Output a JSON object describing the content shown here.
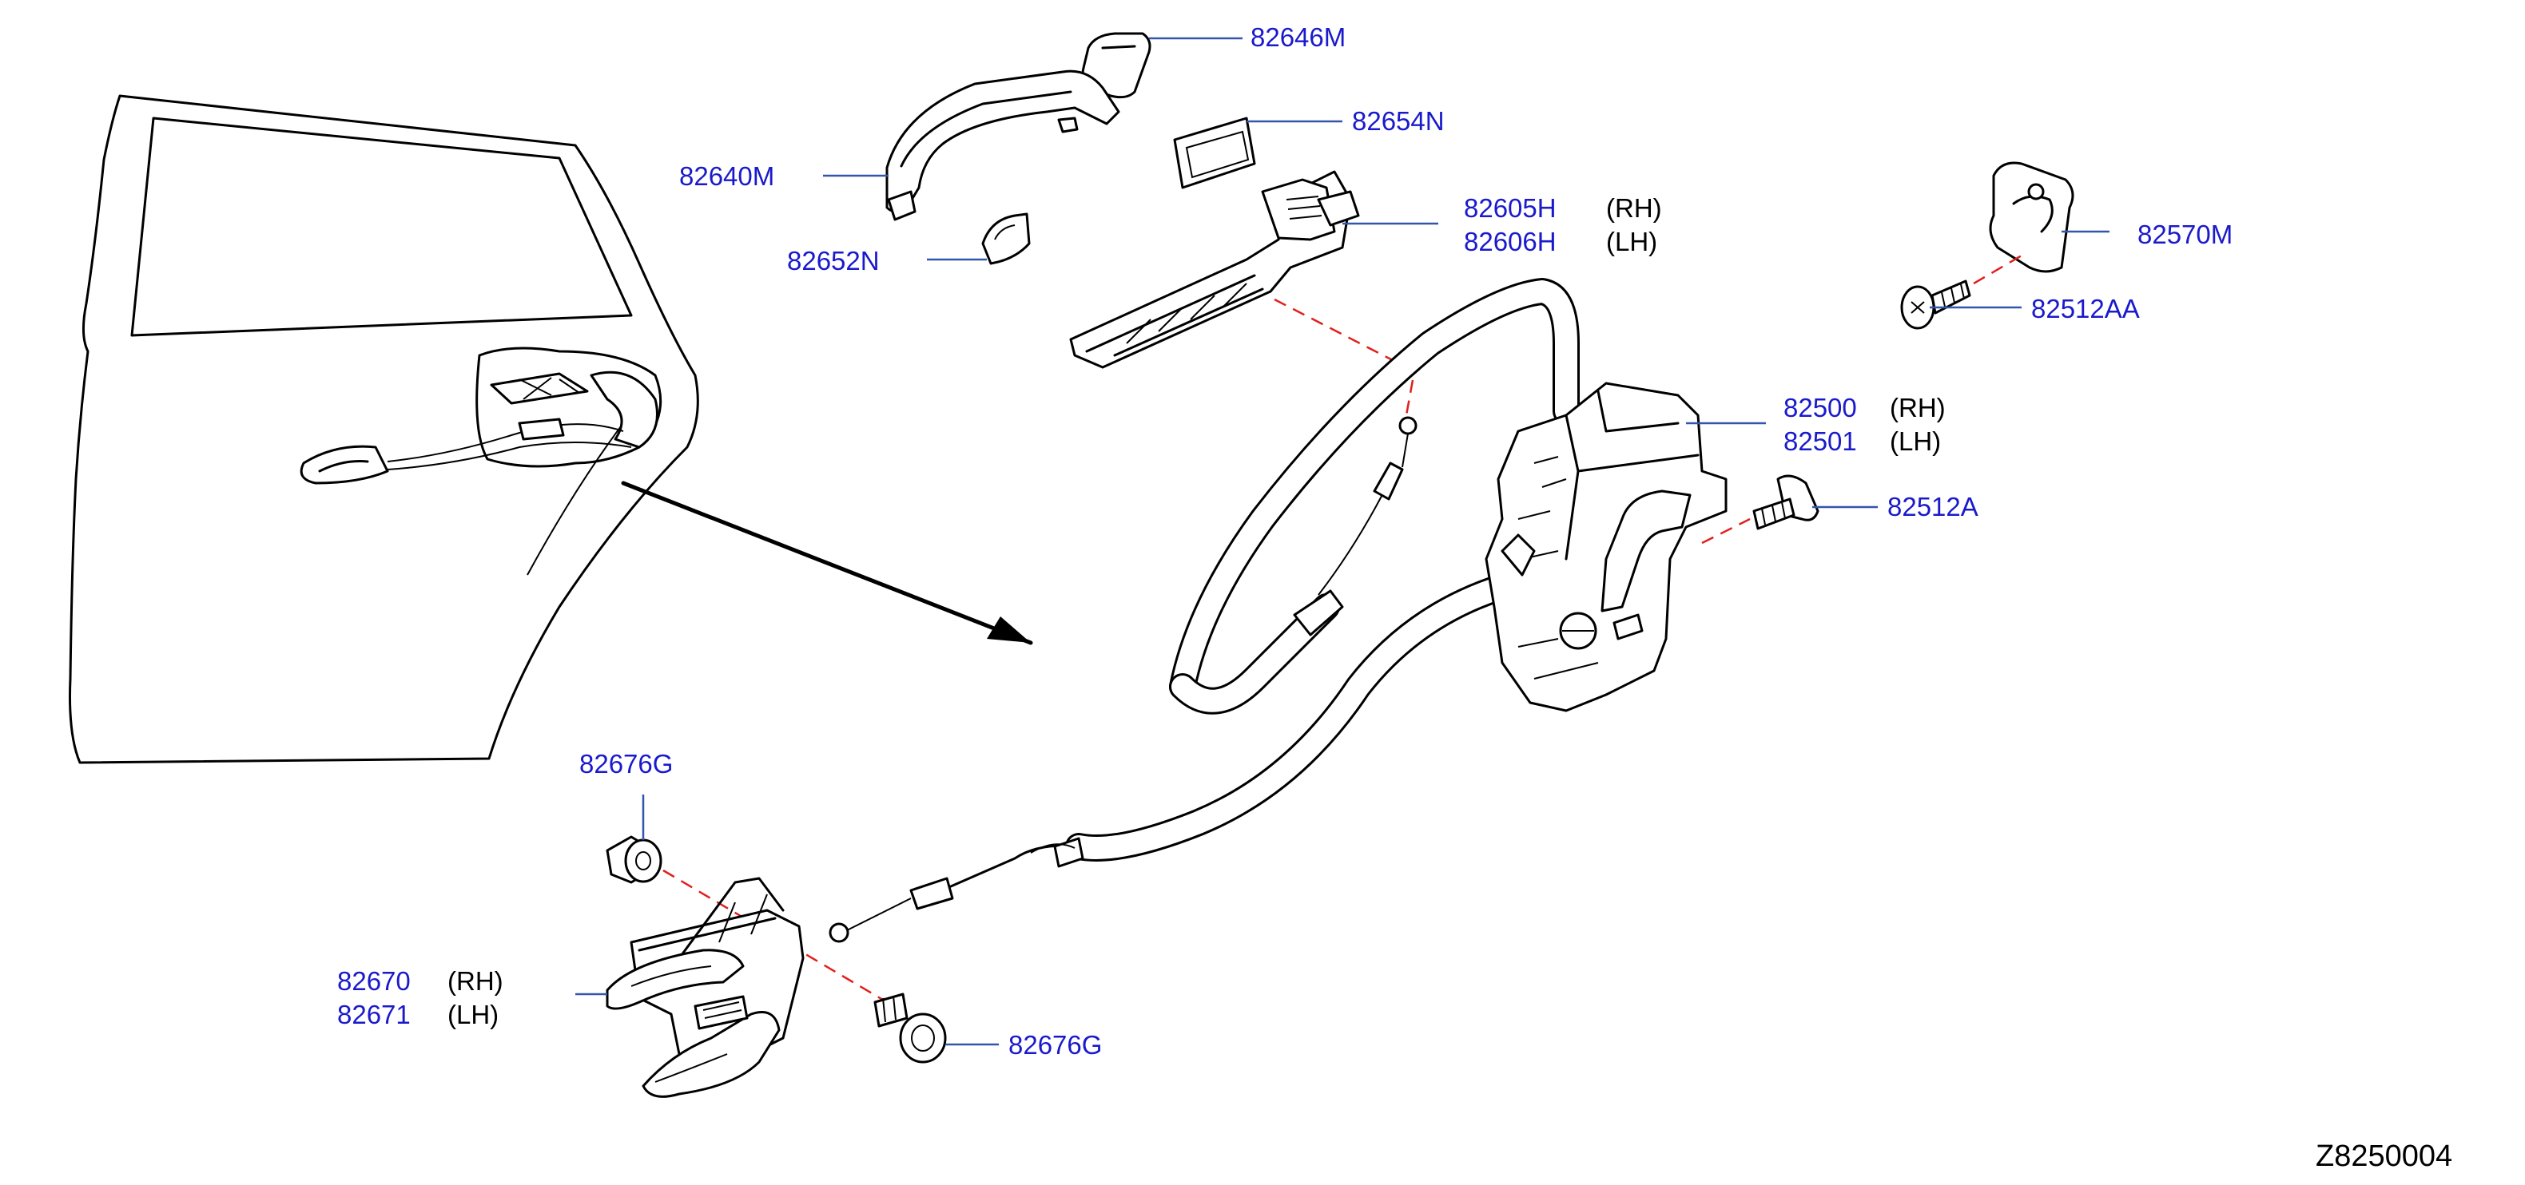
{
  "diagram": {
    "drawing_code": "Z8250004",
    "parts": [
      {
        "id": "82646M"
      },
      {
        "id": "82654N"
      },
      {
        "id": "82640M"
      },
      {
        "id": "82652N"
      },
      {
        "id": "82605H",
        "side": "(RH)"
      },
      {
        "id": "82606H",
        "side": "(LH)"
      },
      {
        "id": "82570M"
      },
      {
        "id": "82512AA"
      },
      {
        "id": "82500",
        "side": "(RH)"
      },
      {
        "id": "82501",
        "side": "(LH)"
      },
      {
        "id": "82512A"
      },
      {
        "id": "82676G"
      },
      {
        "id": "82670",
        "side": "(RH)"
      },
      {
        "id": "82671",
        "side": "(LH)"
      },
      {
        "id": "82676G"
      }
    ],
    "colors": {
      "part_number": "#1a1acc",
      "leader": "#3355aa",
      "guide_dash": "#e0201c",
      "ink": "#000000"
    }
  }
}
